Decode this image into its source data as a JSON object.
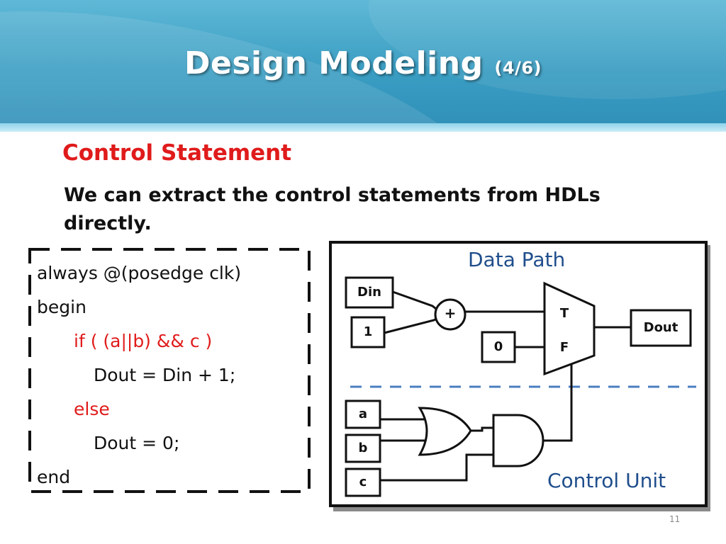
{
  "slide": {
    "title": "Design Modeling",
    "title_suffix": "(4/6)",
    "heading": "Control Statement",
    "description": "We can extract the control statements from HDLs directly.",
    "page_number": "11"
  },
  "code": {
    "lines": [
      "always @(posedge clk)",
      "begin",
      "if ( (a||b) && c )",
      "Dout = Din + 1;",
      "else",
      "Dout = 0;",
      "end"
    ]
  },
  "diagram": {
    "data_path_label": "Data Path",
    "control_unit_label": "Control Unit",
    "inputs": {
      "din": "Din",
      "one": "1",
      "zero": "0",
      "a": "a",
      "b": "b",
      "c": "c"
    },
    "adder_symbol": "+",
    "mux_true": "T",
    "mux_false": "F",
    "output": "Dout"
  },
  "colors": {
    "accent_red": "#e01b1b",
    "label_blue": "#1f4e8c",
    "divider_blue": "#4a7fc0"
  }
}
